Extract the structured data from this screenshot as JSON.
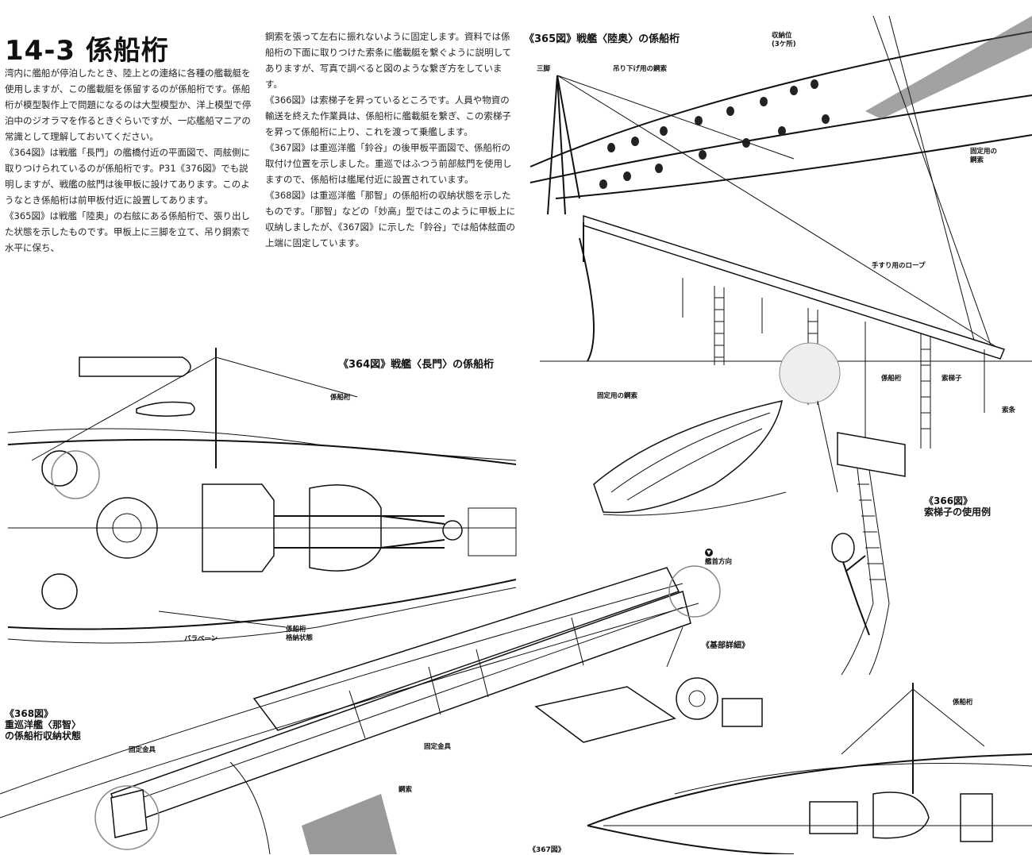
{
  "page": {
    "title": "14-3 係船桁",
    "column1": "湾内に艦船が停泊したとき、陸上との連絡に各種の艦載艇を使用しますが、この艦載艇を係留するのが係船桁です。係船桁が模型製作上で問題になるのは大型模型か、洋上模型で停泊中のジオラマを作るときぐらいですが、一応艦船マニアの常識として理解しておいてください。\n《364図》は戦艦「長門」の艦橋付近の平面図で、両舷側に取りつけられているのが係船桁です。P31《376図》でも説明しますが、戦艦の舷門は後甲板に設けてあります。このようなとき係船桁は前甲板付近に設置してあります。\n《365図》は戦艦「陸奥」の右舷にある係船桁で、張り出した状態を示したものです。甲板上に三脚を立て、吊り鋼索で水平に保ち、",
    "column2": "鋼索を張って左右に振れないように固定します。資料では係船桁の下面に取りつけた索条に艦載艇を繋ぐように説明してありますが、写真で調べると図のような繋ぎ方をしています。\n《366図》は索梯子を昇っているところです。人員や物資の輸送を終えた作業員は、係船桁に艦載艇を繋ぎ、この索梯子を昇って係船桁に上り、これを渡って乗艦します。\n《367図》は重巡洋艦「鈴谷」の後甲板平面図で、係船桁の取付け位置を示しました。重巡ではふつう前部舷門を使用しますので、係船桁は艦尾付近に設置されています。\n《368図》は重巡洋艦「那智」の係船桁の収納状態を示したものです。「那智」などの「妙高」型ではこのように甲板上に収納しましたが、《367図》に示した「鈴谷」では船体舷面の上端に固定しています。"
  },
  "fig364": {
    "title": "《364図》戦艦〈長門〉の係船桁",
    "label_boom": "係船桁",
    "label_paravane": "パラベーン",
    "label_stowed": "係船桁\n格納状態"
  },
  "fig365": {
    "title": "《365図》戦艦〈陸奥〉の係船桁",
    "label_tripod": "三脚",
    "label_hanging_cable": "吊り下げ用の鋼索",
    "label_storage": "収納位\n(3ケ所)",
    "label_fix_cable_right": "固定用の\n鋼索",
    "label_handrail_rope": "手すり用のロープ",
    "label_fix_cable_bottom": "固定用の鋼索",
    "label_boom": "係船桁",
    "label_ladder": "索梯子",
    "label_rope": "索条"
  },
  "fig366": {
    "title": "《366図》\n索梯子の使用例"
  },
  "fig368": {
    "title": "《368図》\n重巡洋艦〈那智〉\nの係船桁収納状態",
    "label_fitting_left": "固定金具",
    "label_fitting_right": "固定金具",
    "label_cable": "鋼索",
    "label_bow_direction": "艦首方向",
    "label_base_detail": "《基部詳細》"
  },
  "fig367": {
    "label_boom": "係船桁",
    "title": "《367図》"
  }
}
